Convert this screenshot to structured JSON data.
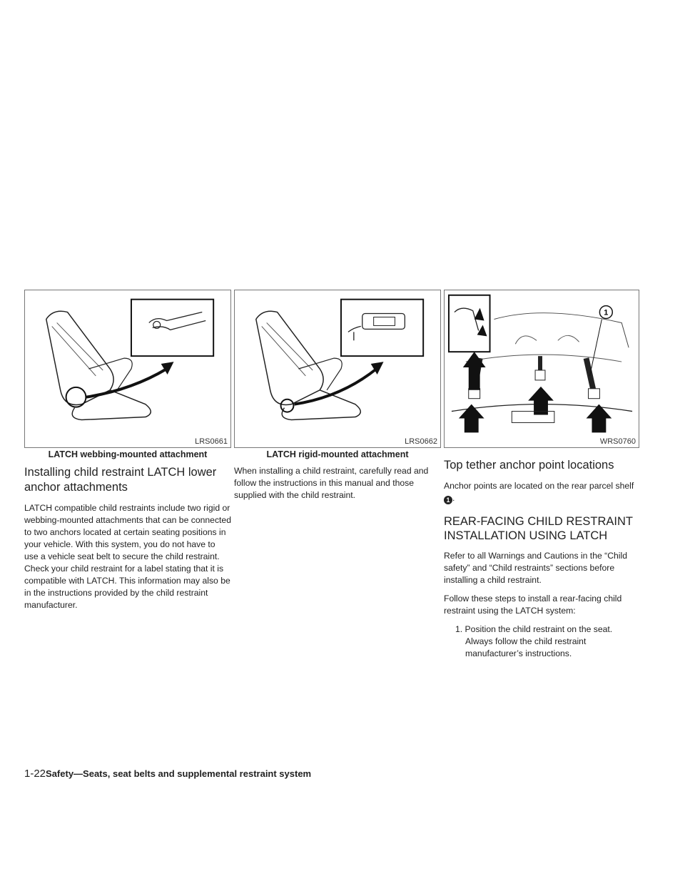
{
  "figures": [
    {
      "code": "LRS0661",
      "caption": "LATCH webbing-mounted attachment"
    },
    {
      "code": "LRS0662",
      "caption": "LATCH rigid-mounted attachment"
    },
    {
      "code": "WRS0760",
      "callout": "1"
    }
  ],
  "col1": {
    "heading": "Installing child restraint LATCH lower anchor attachments",
    "para": "LATCH compatible child restraints include two rigid or webbing-mounted attachments that can be connected to two anchors located at certain seating positions in your vehicle. With this system, you do not have to use a vehicle seat belt to secure the child restraint. Check your child restraint for a label stating that it is compatible with LATCH. This information may also be in the instructions provided by the child restraint manufacturer."
  },
  "col2": {
    "para": "When installing a child restraint, carefully read and follow the instructions in this manual and those supplied with the child restraint."
  },
  "col3": {
    "heading1": "Top tether anchor point locations",
    "para1": "Anchor points are located on the rear parcel shelf",
    "para1_callout": "1",
    "heading2": "REAR-FACING CHILD RESTRAINT INSTALLATION USING LATCH",
    "para2": "Refer to all Warnings and Cautions in the “Child safety” and “Child restraints” sections before installing a child restraint.",
    "para3": "Follow these steps to install a rear-facing child restraint using the LATCH system:",
    "step1": "1. Position the child restraint on the seat. Always follow the child restraint manufacturer’s instructions."
  },
  "footer": {
    "page_number": "1-22",
    "section": "Safety—Seats, seat belts and supplemental restraint system"
  }
}
